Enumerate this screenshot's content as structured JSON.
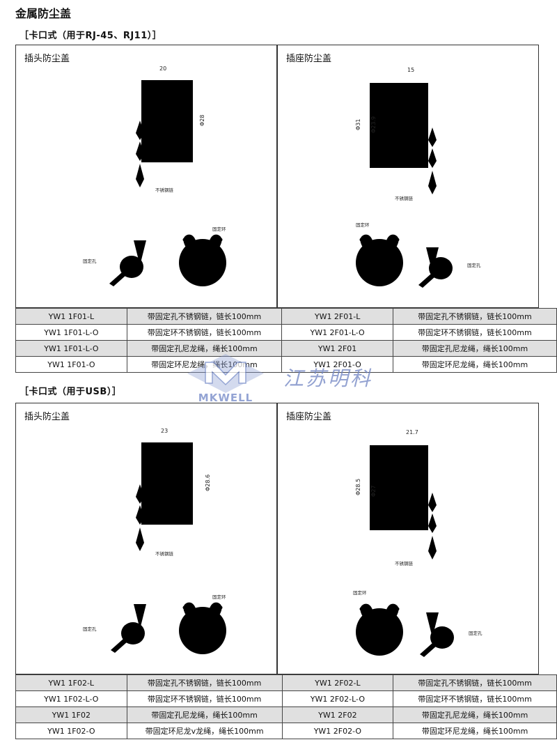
{
  "page_title": "金属防尘盖",
  "sections": [
    {
      "title": "［卡口式（用于RJ-45、RJ11）］",
      "left_panel": {
        "label": "插头防尘盖",
        "dims": [
          "20",
          "Φ28"
        ],
        "notes": [
          "不锈钢链",
          "固定孔",
          "固定环"
        ]
      },
      "right_panel": {
        "label": "插座防尘盖",
        "dims": [
          "15",
          "Φ31",
          "Φ23.9"
        ],
        "notes": [
          "不锈钢链",
          "固定环",
          "固定孔"
        ]
      },
      "rows": [
        {
          "model_l": "YW1 1F01-L",
          "desc_l": "带固定孔不锈钢链，链长100mm",
          "model_r": "YW1 2F01-L",
          "desc_r": "带固定孔不锈钢链，链长100mm"
        },
        {
          "model_l": "YW1 1F01-L-O",
          "desc_l": "带固定环不锈钢链，链长100mm",
          "model_r": "YW1 2F01-L-O",
          "desc_r": "带固定环不锈钢链，链长100mm"
        },
        {
          "model_l": "YW1 1F01-L-O",
          "desc_l": "带固定孔尼龙绳，绳长100mm",
          "model_r": "YW1 2F01",
          "desc_r": "带固定孔尼龙绳，绳长100mm"
        },
        {
          "model_l": "YW1 1F01-O",
          "desc_l": "带固定环尼龙绳，绳长100mm",
          "model_r": "YW1 2F01-O",
          "desc_r": "带固定环尼龙绳，绳长100mm"
        }
      ]
    },
    {
      "title": "［卡口式（用于USB）］",
      "left_panel": {
        "label": "插头防尘盖",
        "dims": [
          "23",
          "Φ28.6"
        ],
        "notes": [
          "不锈钢链",
          "固定孔",
          "固定环"
        ]
      },
      "right_panel": {
        "label": "插座防尘盖",
        "dims": [
          "21.7",
          "Φ28.5",
          "Φ27"
        ],
        "notes": [
          "不锈钢链",
          "固定环",
          "固定孔"
        ]
      },
      "rows": [
        {
          "model_l": "YW1 1F02-L",
          "desc_l": "带固定孔不锈钢链，链长100mm",
          "model_r": "YW1 2F02-L",
          "desc_r": "带固定孔不锈钢链，链长100mm"
        },
        {
          "model_l": "YW1 1F02-L-O",
          "desc_l": "带固定环不锈钢链，链长100mm",
          "model_r": "YW1 2F02-L-O",
          "desc_r": "带固定环不锈钢链，链长100mm"
        },
        {
          "model_l": "YW1 1F02",
          "desc_l": "带固定孔尼龙绳，绳长100mm",
          "model_r": "YW1 2F02",
          "desc_r": "带固定孔尼龙绳，绳长100mm"
        },
        {
          "model_l": "YW1 1F02-O",
          "desc_l": "带固定环尼龙v龙绳，绳长100mm",
          "model_r": "YW1 2F02-O",
          "desc_r": "带固定环尼龙绳，绳长100mm"
        }
      ]
    }
  ],
  "watermark": {
    "text": "江苏明科",
    "brand": "MKWELL"
  }
}
